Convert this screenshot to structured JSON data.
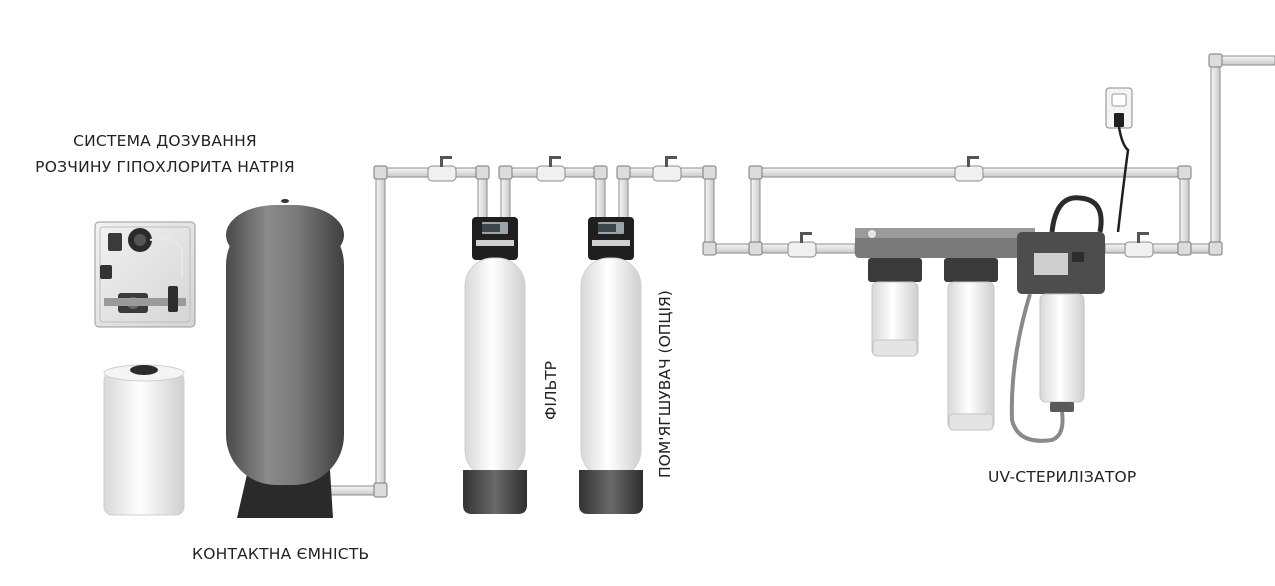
{
  "labels": {
    "dosing_system_line1": "СИСТЕМА ДОЗУВАННЯ",
    "dosing_system_line2": "РОЗЧИНУ ГІПОХЛОРИТА НАТРІЯ",
    "contact_tank": "КОНТАКТНА ЄМНІСТЬ",
    "filter": "ФІЛЬТР",
    "softener": "ПОМ'ЯГШУВАЧ (ОПЦІЯ)",
    "uv_sterilizer": "UV-СТЕРИЛІЗАТОР"
  },
  "colors": {
    "pipe": "#e6e6e6",
    "pipe_stroke": "#8c8c8c",
    "tank": "#6e6e6e",
    "filter_body": "#f4f4f4",
    "filter_base": "#555555",
    "valve_head": "#222222"
  }
}
